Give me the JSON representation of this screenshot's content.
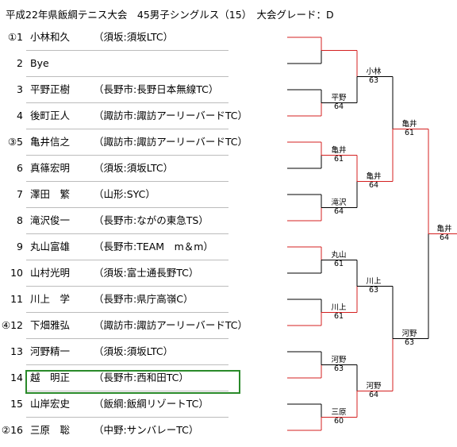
{
  "title": "平成22年県飯綱テニス大会　45男子シングルス（15）　大会グレード：D",
  "players": [
    {
      "no": "①1",
      "name": "小林和久",
      "club": "（須坂:須坂LTC）"
    },
    {
      "no": "2",
      "name": "Bye",
      "club": ""
    },
    {
      "no": "3",
      "name": "平野正樹",
      "club": "（長野市:長野日本無線TC）"
    },
    {
      "no": "4",
      "name": "後町正人",
      "club": "（諏訪市:諏訪アーリーバードTC）"
    },
    {
      "no": "③5",
      "name": "亀井信之",
      "club": "（諏訪市:諏訪アーリーバードTC）"
    },
    {
      "no": "6",
      "name": "真篠宏明",
      "club": "（須坂:須坂LTC）"
    },
    {
      "no": "7",
      "name": "澤田　繁",
      "club": "（山形:SYC）"
    },
    {
      "no": "8",
      "name": "滝沢俊一",
      "club": "（長野市:ながの東急TS）"
    },
    {
      "no": "9",
      "name": "丸山富雄",
      "club": "（長野市:TEAM　m＆m）"
    },
    {
      "no": "10",
      "name": "山村光明",
      "club": "（須坂:富士通長野TC）"
    },
    {
      "no": "11",
      "name": "川上　学",
      "club": "（長野市:県庁高嶺C）"
    },
    {
      "no": "④12",
      "name": "下畑雅弘",
      "club": "（諏訪市:諏訪アーリーバードTC）"
    },
    {
      "no": "13",
      "name": "河野精一",
      "club": "（須坂:須坂LTC）"
    },
    {
      "no": "14",
      "name": "越　明正",
      "club": "（長野市:西和田TC）"
    },
    {
      "no": "15",
      "name": "山岸宏史",
      "club": "（飯綱:飯綱リゾートTC）"
    },
    {
      "no": "②16",
      "name": "三原　聡",
      "club": "（中野:サンバレーTC）"
    }
  ],
  "round1": [
    {
      "winner": "",
      "score": ""
    },
    {
      "winner": "平野",
      "score": "64"
    },
    {
      "winner": "亀井",
      "score": "61"
    },
    {
      "winner": "滝沢",
      "score": "64"
    },
    {
      "winner": "丸山",
      "score": "61"
    },
    {
      "winner": "川上",
      "score": "61"
    },
    {
      "winner": "河野",
      "score": "63"
    },
    {
      "winner": "三原",
      "score": "60"
    }
  ],
  "round2": [
    {
      "winner": "小林",
      "score": "63"
    },
    {
      "winner": "亀井",
      "score": "64"
    },
    {
      "winner": "川上",
      "score": "63"
    },
    {
      "winner": "河野",
      "score": "64"
    }
  ],
  "round3": [
    {
      "winner": "亀井",
      "score": "61"
    },
    {
      "winner": "河野",
      "score": "63"
    }
  ],
  "final": {
    "winner": "亀井",
    "score": "64"
  },
  "colors": {
    "winner_line": "#d42020",
    "line": "#000000",
    "highlight": "#2a8a2a"
  }
}
